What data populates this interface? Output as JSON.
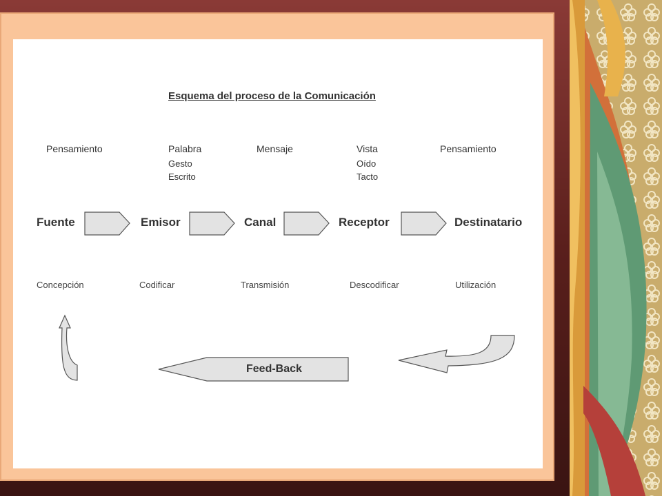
{
  "diagram": {
    "title": "Esquema del proceso de la Comunicación",
    "top_labels": [
      {
        "main": "Pensamiento",
        "extra": []
      },
      {
        "main": "Palabra",
        "extra": [
          "Gesto",
          "Escrito"
        ]
      },
      {
        "main": "Mensaje",
        "extra": []
      },
      {
        "main": "Vista",
        "extra": [
          "Oído",
          "Tacto"
        ]
      },
      {
        "main": "Pensamiento",
        "extra": []
      }
    ],
    "nodes": [
      "Fuente",
      "Emisor",
      "Canal",
      "Receptor",
      "Destinatario"
    ],
    "processes": [
      "Concepción",
      "Codificar",
      "Transmisión",
      "Descodificar",
      "Utilización"
    ],
    "feedback_label": "Feed-Back"
  },
  "colors": {
    "frame": "#6a2a26",
    "mat": "#fac59a",
    "panel": "#ffffff",
    "arrow_fill": "#e3e3e3",
    "arrow_stroke": "#555555",
    "text": "#333333"
  }
}
